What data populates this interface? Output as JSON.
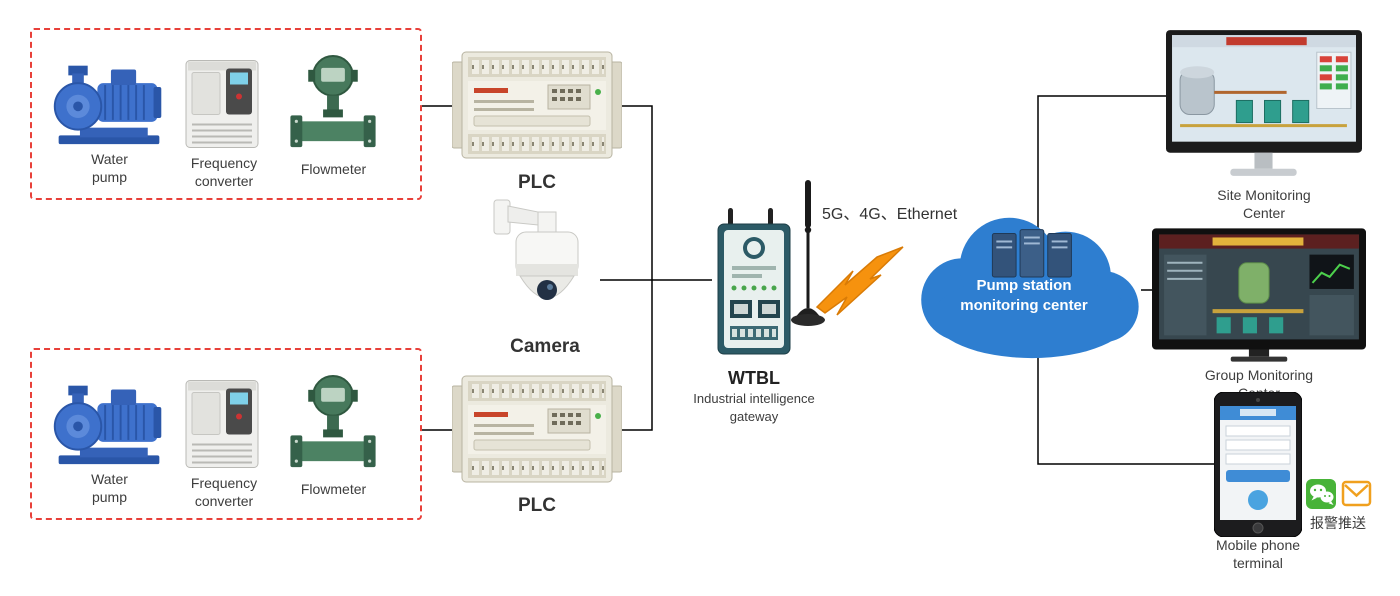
{
  "diagram": {
    "groups": [
      {
        "name": "field-devices-top",
        "items": [
          {
            "label": "Water pump"
          },
          {
            "label": "Frequency converter"
          },
          {
            "label": "Flowmeter"
          }
        ]
      },
      {
        "name": "field-devices-bottom",
        "items": [
          {
            "label": "Water pump"
          },
          {
            "label": "Frequency converter"
          },
          {
            "label": "Flowmeter"
          }
        ]
      }
    ],
    "plc": {
      "top_label": "PLC",
      "bottom_label": "PLC"
    },
    "camera": {
      "label": "Camera"
    },
    "gateway": {
      "title": "WTBL",
      "subtitle": "Industrial intelligence gateway"
    },
    "wireless": {
      "label": "5G、4G、Ethernet"
    },
    "cloud": {
      "label": "Pump station monitoring center"
    },
    "endpoints": {
      "site": {
        "label": "Site Monitoring Center"
      },
      "group": {
        "label": "Group Monitoring Center"
      },
      "mobile": {
        "label": "Mobile phone terminal"
      },
      "alarm_push": {
        "label": "报警推送"
      }
    },
    "colors": {
      "dashed_box_red": "#e8403a",
      "cloud_blue": "#2e7ed0",
      "lightning_orange": "#f6920e",
      "wechat_green": "#48b338",
      "envelope_orange": "#f0a01e",
      "pump_blue": "#3e71cc",
      "flowmeter_green": "#47795c",
      "plc_beige": "#eceadf",
      "line_black": "#000000"
    }
  }
}
